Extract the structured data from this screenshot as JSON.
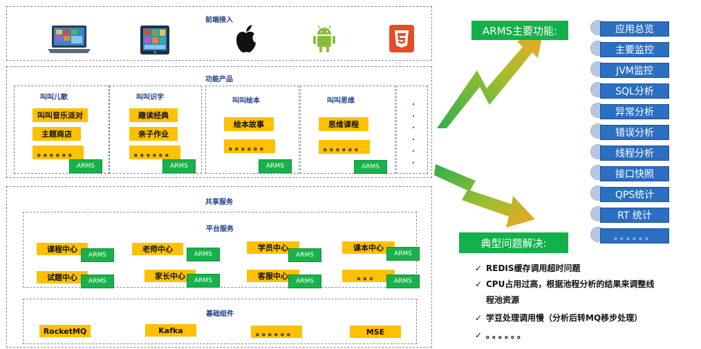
{
  "front": {
    "title": "前端接入",
    "icons": [
      "laptop-icon",
      "tablet-icon",
      "apple-icon",
      "android-icon",
      "html5-icon"
    ]
  },
  "products": {
    "title": "功能产品",
    "columns": [
      {
        "title": "叫叫儿歌",
        "items": [
          "叫叫音乐派对",
          "主题商店",
          "。。。。。。"
        ],
        "tag": "ARMS"
      },
      {
        "title": "叫叫识字",
        "items": [
          "趣读经典",
          "亲子作业",
          "。。。。。。"
        ],
        "tag": "ARMS"
      },
      {
        "title": "叫叫绘本",
        "items": [
          "绘本故事",
          "。。。。。。"
        ],
        "tag": "ARMS"
      },
      {
        "title": "叫叫思维",
        "items": [
          "思维课程",
          "。。。。。。"
        ],
        "tag": "ARMS"
      }
    ],
    "more_dots": "。。。。。。"
  },
  "shared": {
    "title": "共享服务",
    "platform": {
      "title": "平台服务",
      "rows": [
        [
          {
            "label": "课程中心",
            "tag": "ARMS"
          },
          {
            "label": "老师中心",
            "tag": "ARMS"
          },
          {
            "label": "学员中心",
            "tag": "ARMS"
          },
          {
            "label": "课本中心",
            "tag": "ARMS"
          }
        ],
        [
          {
            "label": "试题中心",
            "tag": "ARMS"
          },
          {
            "label": "家长中心",
            "tag": "ARMS"
          },
          {
            "label": "客服中心",
            "tag": "ARMS"
          },
          {
            "label": "。。。",
            "tag": "ARMS"
          }
        ]
      ]
    },
    "base": {
      "title": "基础组件",
      "items": [
        "RocketMQ",
        "Kafka",
        "。。。。。。",
        "MSE"
      ]
    }
  },
  "arms": {
    "title": "ARMS主要功能:",
    "features": [
      "应用总览",
      "主要监控",
      "JVM监控",
      "SQL分析",
      "异常分析",
      "错误分析",
      "线程分析",
      "接口快照",
      "QPS统计",
      "RT 统计",
      "。。。。。。"
    ]
  },
  "issues": {
    "title": "典型问题解决:",
    "check": "✓",
    "items": [
      "REDIS缓存调用超时问题",
      "CPU占用过高，根据池程分析的结果来调整线",
      "程池资源",
      "学豆处理调用慢（分析后转MQ移步处理）",
      "。。。。。。"
    ]
  },
  "colors": {
    "yellow": "#ffc000",
    "green": "#17b34a",
    "blue": "#2b6fc2",
    "title_blue": "#1f3e8a"
  }
}
